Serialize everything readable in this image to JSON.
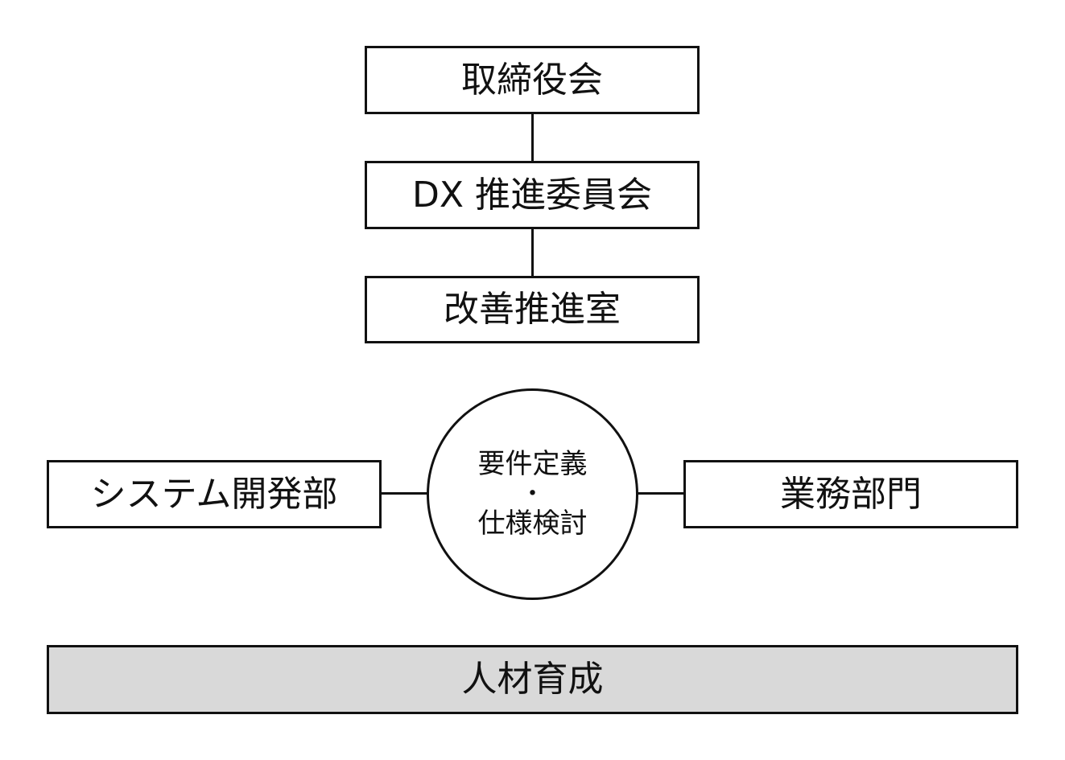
{
  "hierarchy": {
    "top": "取締役会",
    "middle": "DX 推進委員会",
    "bottom": "改善推進室"
  },
  "collaboration": {
    "left": "システム開発部",
    "center_line1": "要件定義",
    "center_separator": "・",
    "center_line2": "仕様検討",
    "right": "業務部門"
  },
  "foundation": {
    "label": "人材育成",
    "fill_color": "#d9d9d9"
  }
}
